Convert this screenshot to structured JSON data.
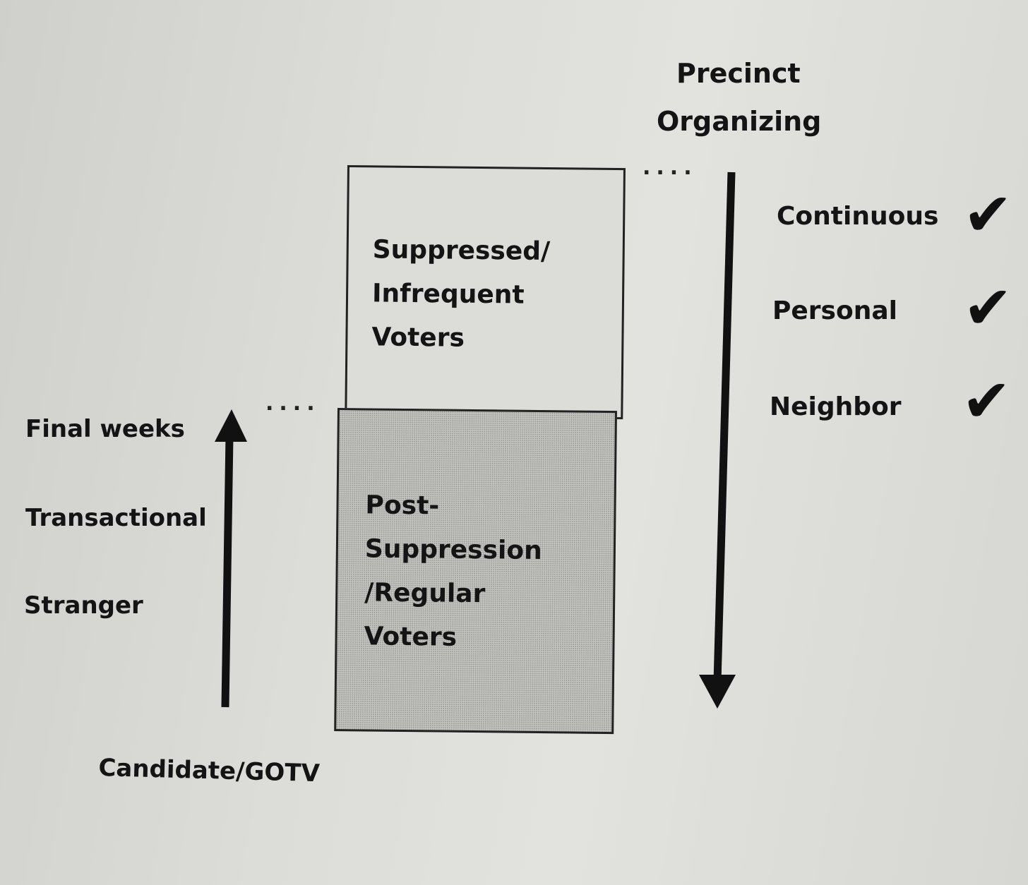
{
  "top_header": {
    "line1": "Precinct",
    "line2": "Organizing"
  },
  "box_top": {
    "line1": "Suppressed/",
    "line2": "Infrequent",
    "line3": "Voters"
  },
  "box_bottom": {
    "line1": "Post-Suppression",
    "line2": "/Regular",
    "line3": "Voters"
  },
  "left_labels": [
    "Final weeks",
    "Transactional",
    "Stranger"
  ],
  "right_labels": [
    "Continuous",
    "Personal",
    "Neighbor"
  ],
  "bottom_label": "Candidate/GOTV",
  "dots": "....",
  "check_icon": "✔"
}
